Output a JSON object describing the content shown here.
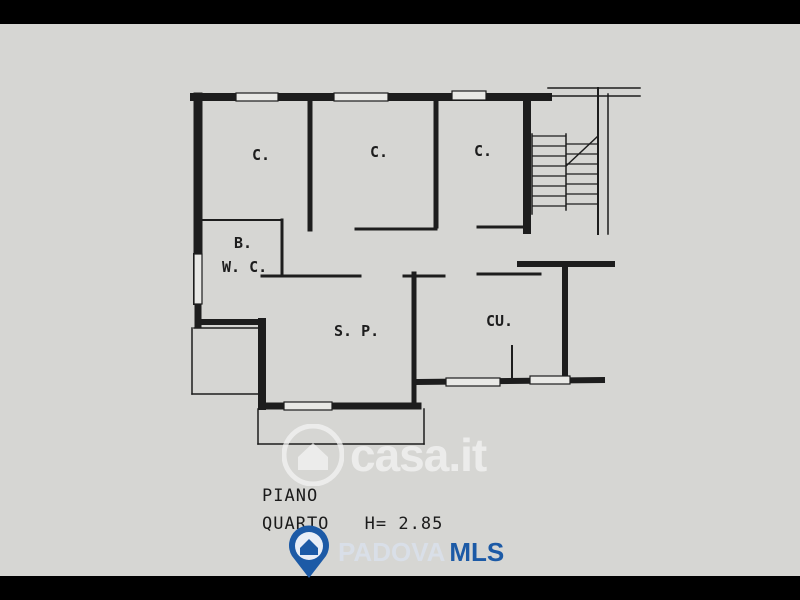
{
  "rooms": {
    "bedroom_1": "C.",
    "bedroom_2": "C.",
    "bedroom_3": "C.",
    "bath_line1": "B.",
    "bath_line2": "W. C.",
    "living": "S. P.",
    "kitchen": "CU."
  },
  "caption": {
    "line1": "PIANO",
    "line2": "QUARTO",
    "height": "H= 2.85"
  },
  "watermarks": {
    "casa": "casa.it",
    "padova": "PADOVA",
    "mls": "MLS"
  },
  "colors": {
    "paper": "#d6d6d3",
    "ink": "#1d1d1d",
    "mls_blue": "#1c5aa6"
  }
}
